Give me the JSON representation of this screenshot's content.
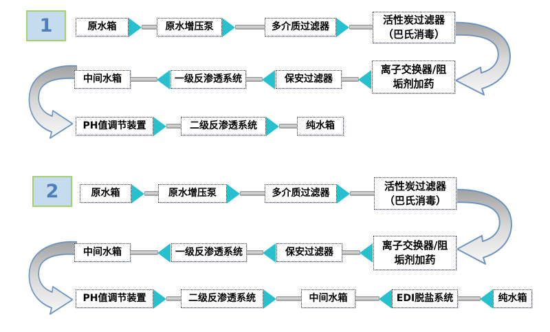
{
  "flows": [
    {
      "badge": "1",
      "nodes": {
        "raw_tank": "原水箱",
        "boost_pump": "原水增压泵",
        "multimedia_filter": "多介质过滤器",
        "carbon_filter_l1": "活性炭过滤器",
        "carbon_filter_l2": "（巴氏消毒）",
        "ion_exchange_l1": "离子交换器/阻",
        "ion_exchange_l2": "垢剂加药",
        "security_filter": "保安过滤器",
        "ro_stage1": "一级反渗透系统",
        "mid_tank": "中间水箱",
        "ph_adjust": "PH值调节装置",
        "ro_stage2": "二级反渗透系统",
        "pure_tank": "纯水箱"
      }
    },
    {
      "badge": "2",
      "nodes": {
        "raw_tank": "原水箱",
        "boost_pump": "原水增压泵",
        "multimedia_filter": "多介质过滤器",
        "carbon_filter_l1": "活性炭过滤器",
        "carbon_filter_l2": "（巴氏消毒）",
        "ion_exchange_l1": "离子交换器/阻",
        "ion_exchange_l2": "垢剂加药",
        "security_filter": "保安过滤器",
        "ro_stage1": "一级反渗透系统",
        "mid_tank": "中间水箱",
        "ph_adjust": "PH值调节装置",
        "ro_stage2": "二级反渗透系统",
        "mid_tank2": "中间水箱",
        "edi": "EDI脱盐系统",
        "pure_tank": "纯水箱"
      }
    }
  ],
  "colors": {
    "arrow_teal": "#27c1ce",
    "pipe_gray": "#b9b9b9",
    "badge_fill": "#c4dcee",
    "badge_border": "#a6cf6e",
    "badge_number": "#4d80bb",
    "curve_outline": "#6f94bf",
    "box_border": "#2e2e2e"
  }
}
